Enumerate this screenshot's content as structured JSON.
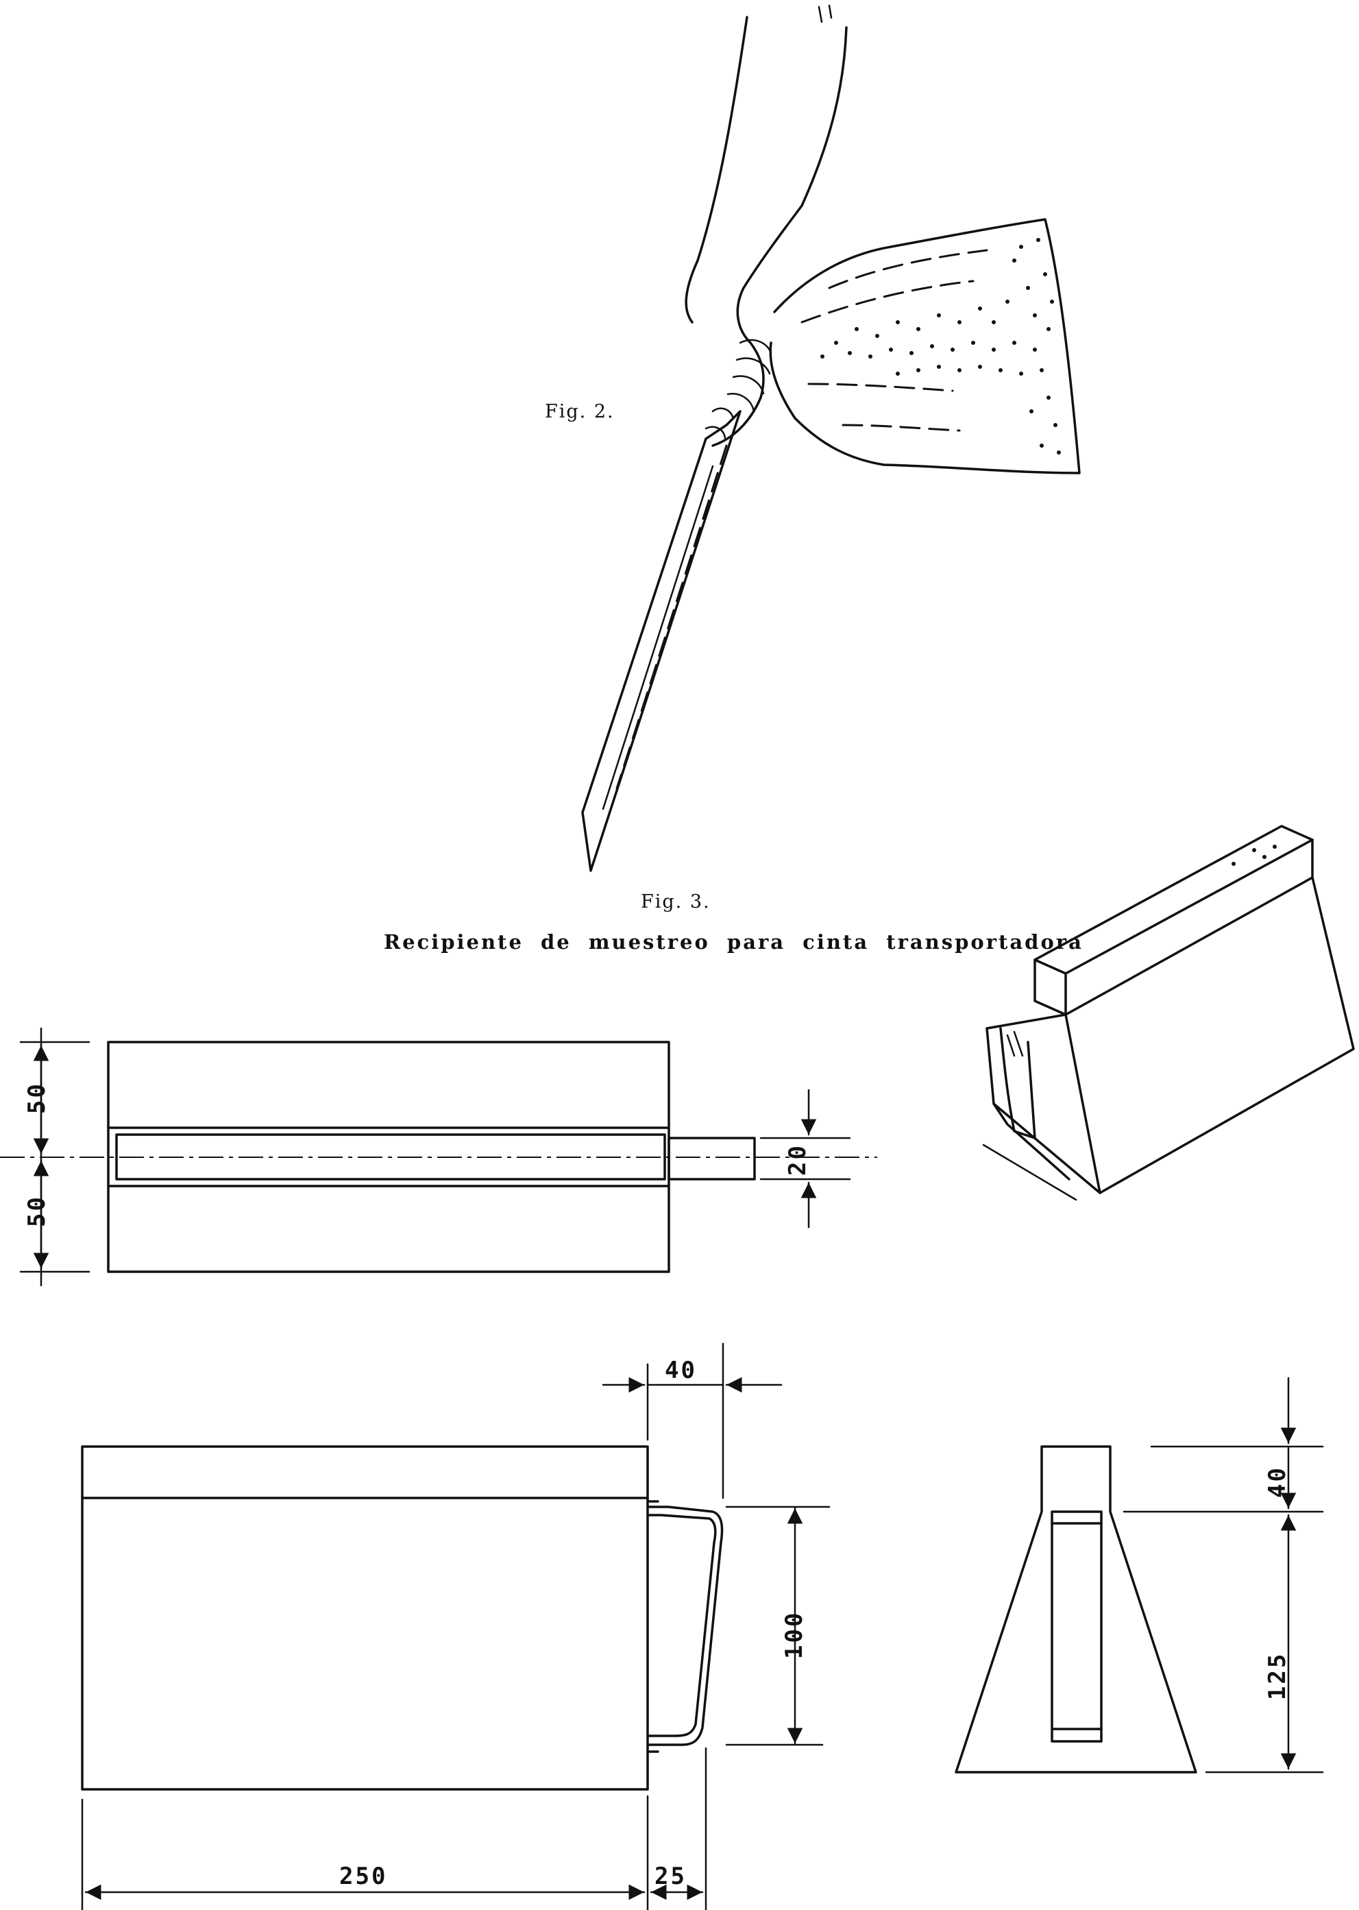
{
  "captions": {
    "fig2": "Fig. 2.",
    "fig3": "Fig. 3.",
    "fig3_title": "Recipiente de muestreo para cinta transportadora"
  },
  "dimensions": {
    "top_view_upper": "50",
    "top_view_lower": "50",
    "handle_width": "20",
    "handle_offset": "40",
    "handle_height": "100",
    "length": "250",
    "handle_depth": "25",
    "side_top": "40",
    "side_height": "125"
  }
}
